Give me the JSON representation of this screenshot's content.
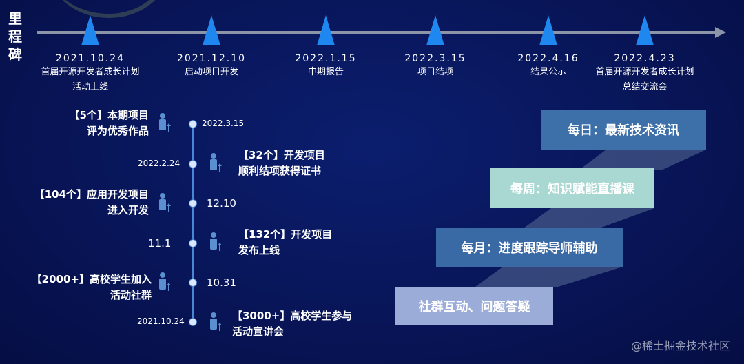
{
  "side_title": [
    "里",
    "程",
    "碑"
  ],
  "milestones": [
    {
      "date": "2021.10.24",
      "desc": [
        "首届开源开发者成长计划",
        "活动上线"
      ]
    },
    {
      "date": "2021.12.10",
      "desc": [
        "启动项目开发"
      ]
    },
    {
      "date": "2022.1.15",
      "desc": [
        "中期报告"
      ]
    },
    {
      "date": "2022.3.15",
      "desc": [
        "项目结项"
      ]
    },
    {
      "date": "2022.4.16",
      "desc": [
        "结果公示"
      ]
    },
    {
      "date": "2022.4.23",
      "desc": [
        "首届开源开发者成长计划",
        "总结交流会"
      ]
    }
  ],
  "timeline": [
    {
      "date": "2022.3.15",
      "lines": [
        "【5个】本期项目",
        "评为优秀作品"
      ]
    },
    {
      "date": "2022.2.24",
      "lines": [
        "【32个】开发项目",
        "顺利结项获得证书"
      ]
    },
    {
      "date": "12.10",
      "lines": [
        "【104个】应用开发项目",
        "进入开发"
      ]
    },
    {
      "date": "11.1",
      "lines": [
        "【132个】开发项目",
        "发布上线"
      ]
    },
    {
      "date": "10.31",
      "lines": [
        "【2000+】高校学生加入",
        "活动社群"
      ]
    },
    {
      "date": "2021.10.24",
      "lines": [
        "【3000+】高校学生参与",
        "活动宣讲会"
      ]
    }
  ],
  "stairs": [
    {
      "label": "每日：最新技术资讯",
      "color": "#3d6fa8"
    },
    {
      "label": "每周：知识赋能直播课",
      "color": "#a9d8d2"
    },
    {
      "label": "每月：进度跟踪导师辅助",
      "color": "#3a6aa5"
    },
    {
      "label": "社群互动、问题答疑",
      "color": "#9bacd8"
    }
  ],
  "watermark": "@稀土掘金技术社区"
}
